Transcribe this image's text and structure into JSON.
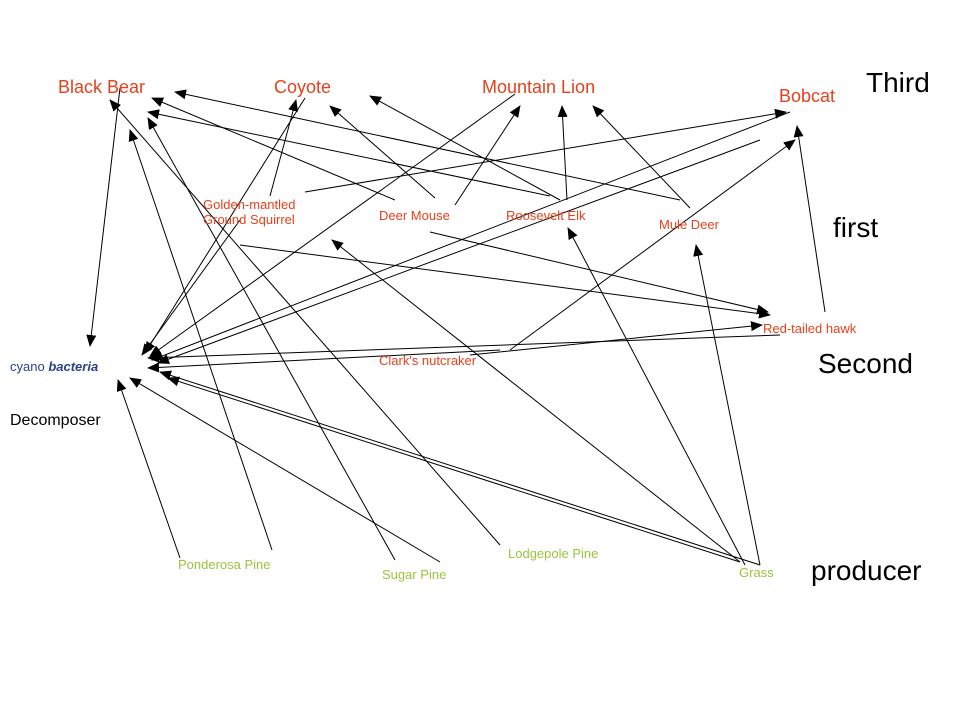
{
  "colors": {
    "consumer": "#e8401c",
    "producer": "#9ac43c",
    "bacteria": "#2b3f8f",
    "arrow": "#000000"
  },
  "levels": {
    "third": "Third",
    "first": "first",
    "second": "Second",
    "producer": "producer"
  },
  "decomposer_label": "Decomposer",
  "nodes": {
    "black_bear": "Black Bear",
    "coyote": "Coyote",
    "mountain_lion": "Mountain Lion",
    "bobcat": "Bobcat",
    "ground_squirrel_line1": "Golden-mantled",
    "ground_squirrel_line2": "Ground Squirrel",
    "deer_mouse": "Deer Mouse",
    "roosevelt_elk": "Roosevelt Elk",
    "mule_deer": "Mule Deer",
    "red_tailed_hawk": "Red-tailed hawk",
    "clarks_nutcracker": "Clark's nutcraker",
    "cyano_prefix": "cyano ",
    "cyano_bold": "bacteria",
    "ponderosa_pine": "Ponderosa Pine",
    "sugar_pine": "Sugar Pine",
    "lodgepole_pine": "Lodgepole Pine",
    "grass": "Grass"
  }
}
